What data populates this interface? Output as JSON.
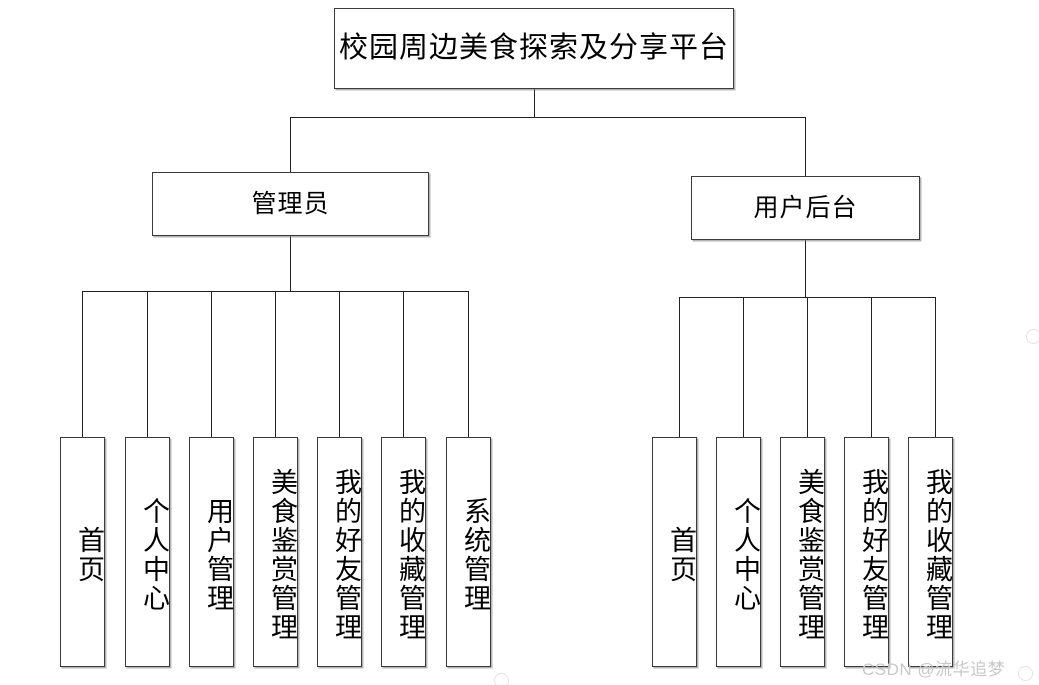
{
  "diagram": {
    "type": "organization-tree",
    "root": {
      "label": "校园周边美食探索及分享平台"
    },
    "branches": [
      {
        "id": "admin",
        "label": "管理员",
        "children": [
          {
            "label": "首页"
          },
          {
            "label": "个人中心"
          },
          {
            "label": "用户管理"
          },
          {
            "label": "美食鉴赏管理"
          },
          {
            "label": "我的好友管理"
          },
          {
            "label": "我的收藏管理"
          },
          {
            "label": "系统管理"
          }
        ]
      },
      {
        "id": "user",
        "label": "用户后台",
        "children": [
          {
            "label": "首页"
          },
          {
            "label": "个人中心"
          },
          {
            "label": "美食鉴赏管理"
          },
          {
            "label": "我的好友管理"
          },
          {
            "label": "我的收藏管理"
          }
        ]
      }
    ]
  },
  "watermark": {
    "text": "CSDN @流华追梦"
  },
  "colors": {
    "background": "#ffffff",
    "box_border": "#3a3a3a",
    "connector": "#222222",
    "text": "#000000",
    "watermark": "#c9c9c9",
    "box_shadow": "#787878"
  }
}
